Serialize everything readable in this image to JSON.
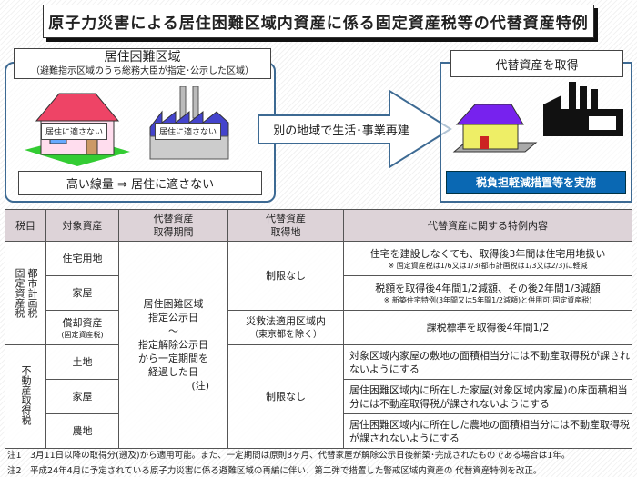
{
  "title": "原子力災害による居住困難区域内資産に係る固定資産税等の代替資産特例",
  "left_panel": {
    "label": "居住困難区域",
    "sublabel": "（避難指示区域のうち総務大臣が指定･公示した区域）",
    "house_tag": "居住に適さない",
    "factory_tag": "居住に適さない",
    "bottom": "高い線量 ⇒ 居住に適さない"
  },
  "arrow_text": "別の地域で生活･事業再建",
  "right_panel": {
    "label": "代替資産を取得",
    "button": "税負担軽減措置等を実施",
    "colors": {
      "button": "#0a68b3"
    }
  },
  "table": {
    "headers": [
      "税目",
      "対象資産",
      "代替資産\n取得期間",
      "代替資産\n取得地",
      "代替資産に関する特例内容"
    ],
    "tax_groups": [
      {
        "lines": [
          "都市計画税",
          "固定資産税"
        ]
      },
      {
        "lines": [
          "不動産取得税"
        ]
      }
    ],
    "assets": [
      {
        "name": "住宅用地"
      },
      {
        "name": "家屋"
      },
      {
        "name": "償却資産",
        "sub": "(固定資産税)"
      },
      {
        "name": "土地"
      },
      {
        "name": "家屋"
      },
      {
        "name": "農地"
      }
    ],
    "period": {
      "l1": "居住困難区域",
      "l2": "指定公示日",
      "l3": "～",
      "l4": "指定解除公示日",
      "l5": "から一定期間を",
      "l6": "経過した日",
      "note": "(注)"
    },
    "location": {
      "a": "制限なし",
      "b": "災救法適用区域内",
      "b_sub": "（東京都を除く）",
      "c": "制限なし"
    },
    "content": [
      {
        "main": "住宅を建設しなくても、取得後3年間は住宅用地扱い",
        "sub": "※ 固定資産税は1/6又は1/3(都市計画税は1/3又は2/3)に軽減"
      },
      {
        "main": "税額を取得後4年間1/2減額、その後2年間1/3減額",
        "sub": "※ 新築住宅特例(3年間又は5年間1/2減額)と併用可(固定資産税)"
      },
      {
        "main": "課税標準を取得後4年間1/2"
      },
      {
        "main": "対象区域内家屋の敷地の面積相当分には不動産取得税が課されないようにする"
      },
      {
        "main": "居住困難区域内に所在した家屋(対象区域内家屋)の床面積相当分には不動産取得税が課されないようにする"
      },
      {
        "main": "居住困難区域内に所在した農地の面積相当分には不動産取得税が課されないようにする"
      }
    ]
  },
  "notes": [
    "注1　3月11日以降の取得分(遡及)から適用可能。また、一定期間は原則3ヶ月、代替家屋が解除公示日後新築･完成されたものである場合は1年。",
    "注2　平成24年4月に予定されている原子力災害に係る避難区域の再編に伴い、第二弾で措置した警戒区域内資産の 代替資産特例を改正。"
  ]
}
